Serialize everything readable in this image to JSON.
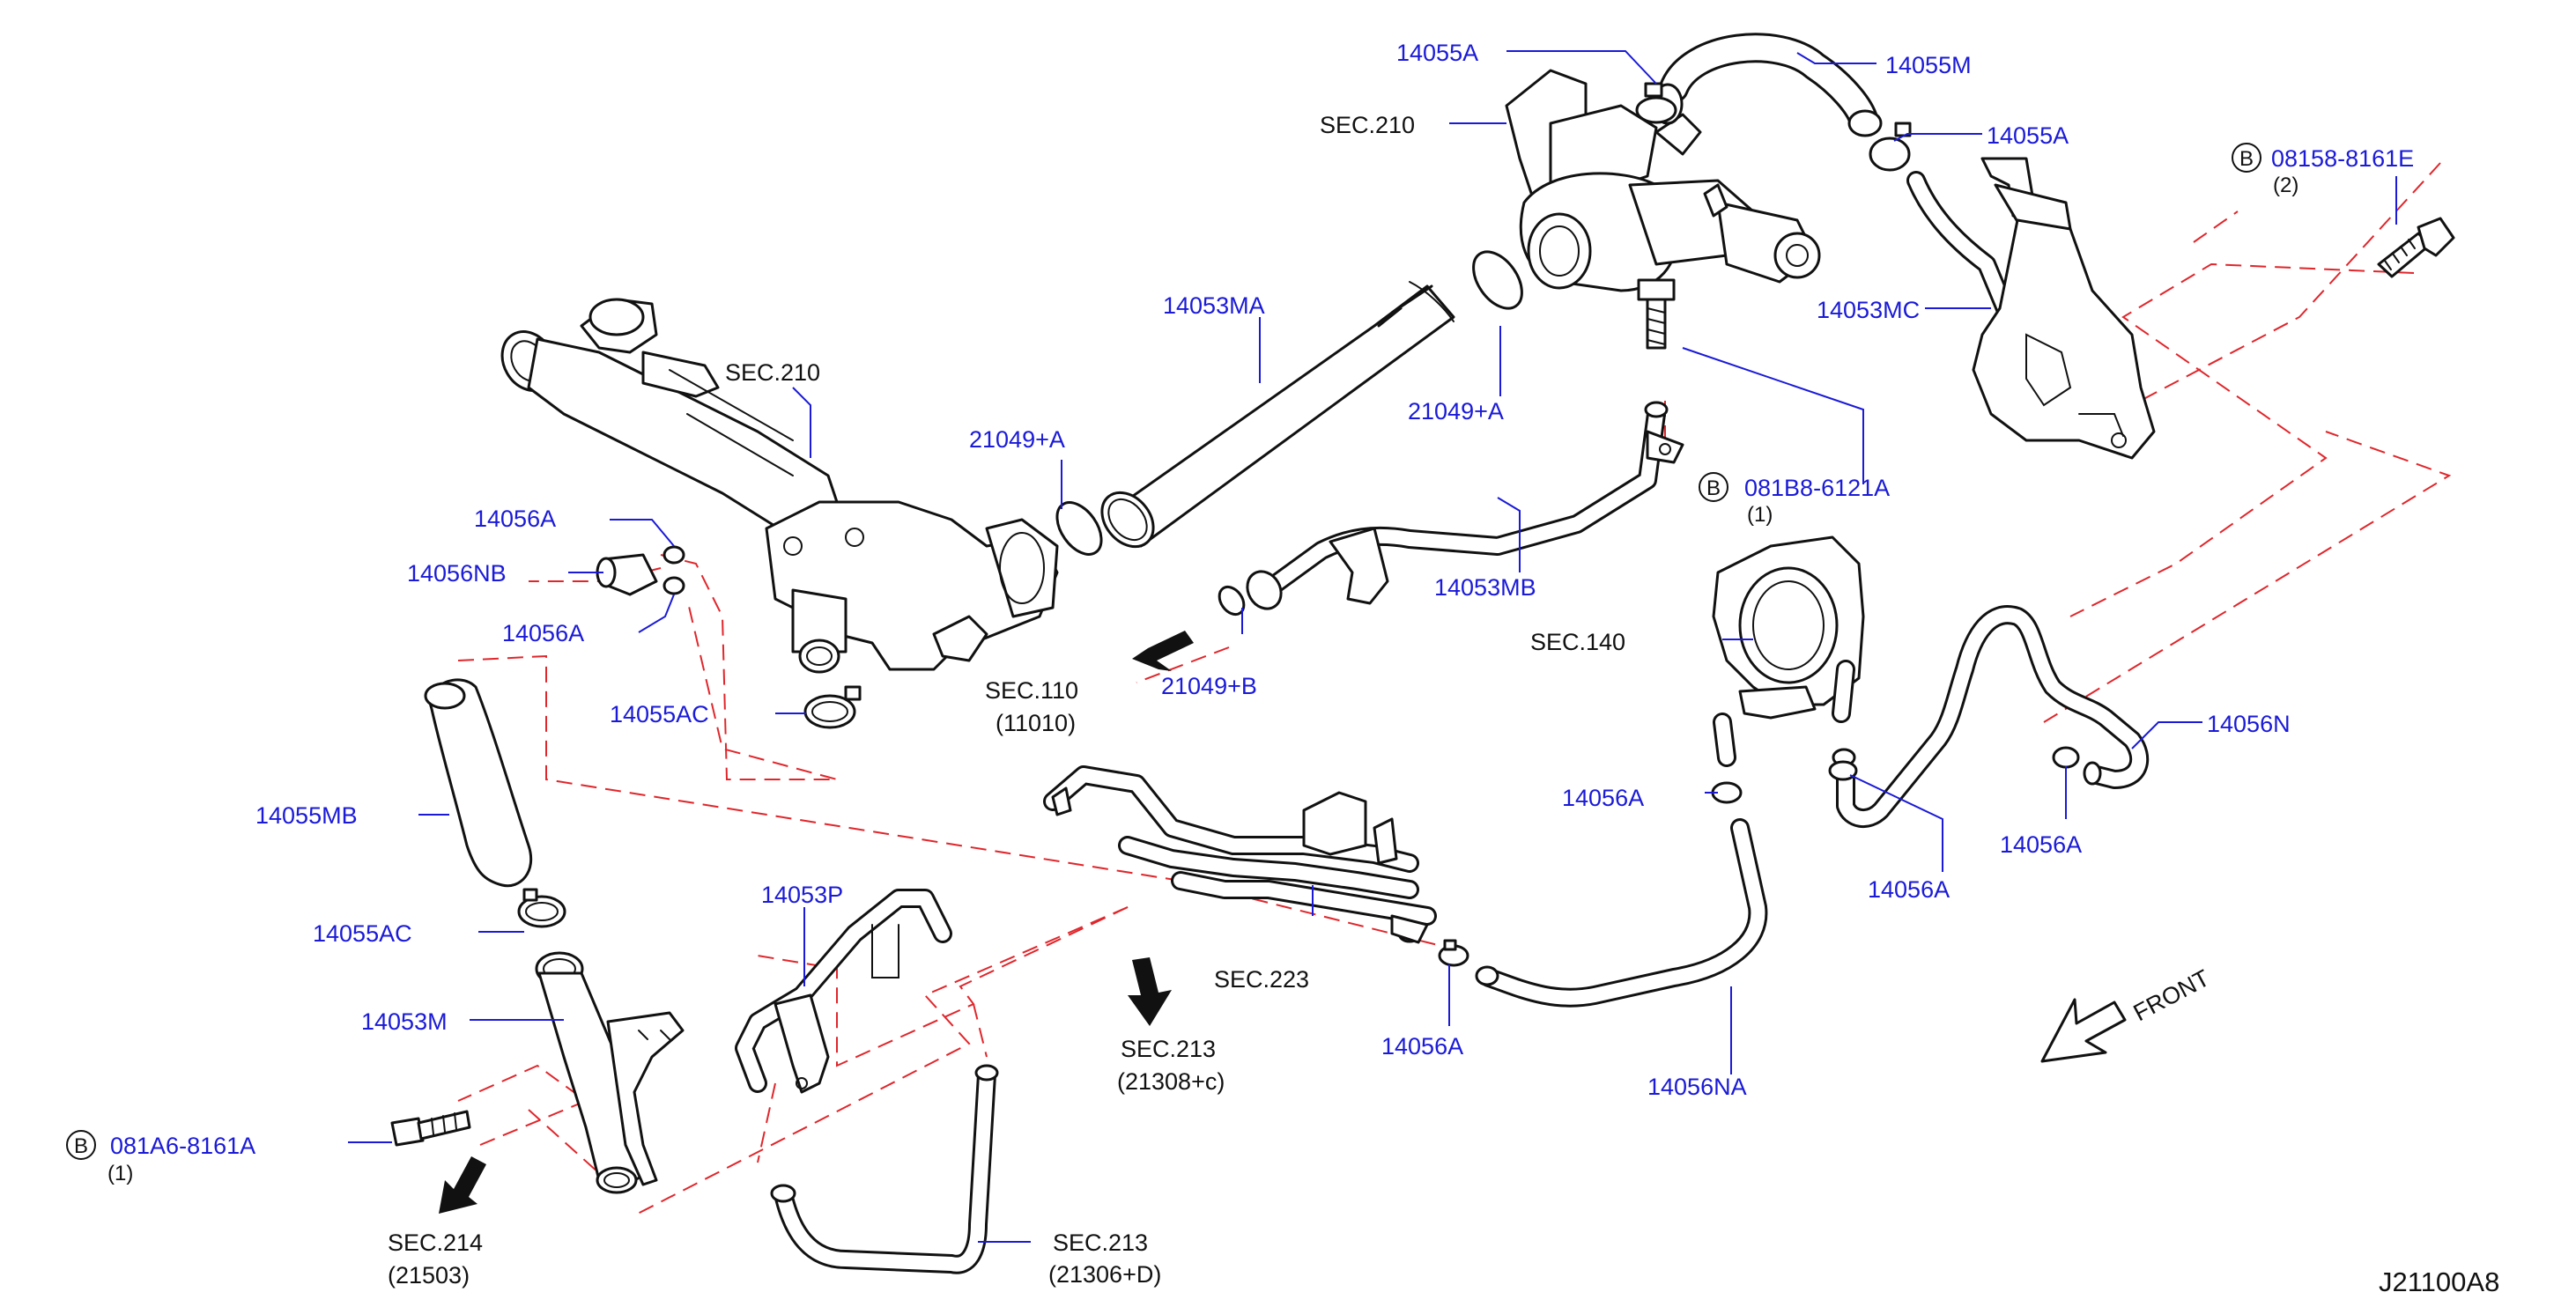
{
  "diagram_code": "J21100A8",
  "front_label": "FRONT",
  "bolt_marker": "B",
  "parts": {
    "p14055A_top": "14055A",
    "p14055M": "14055M",
    "p14055A_right": "14055A",
    "p08158": "08158-8161E",
    "p08158_qty": "(2)",
    "sec210_top": "SEC.210",
    "p14053MA": "14053MA",
    "p14053MC": "14053MC",
    "sec210_left": "SEC.210",
    "p21049A_left": "21049+A",
    "p21049A_right": "21049+A",
    "p081B8": "081B8-6121A",
    "p081B8_qty": "(1)",
    "p14056A_1": "14056A",
    "p14056NB": "14056NB",
    "p14053MB": "14053MB",
    "p14056A_2": "14056A",
    "sec140": "SEC.140",
    "sec110": "SEC.110",
    "sec110_sub": "(11010)",
    "p21049B": "21049+B",
    "p14055AC_1": "14055AC",
    "p14056N": "14056N",
    "p14056A_3": "14056A",
    "p14055MB": "14055MB",
    "p14056A_4": "14056A",
    "p14056A_5": "14056A",
    "p14053P": "14053P",
    "p14055AC_2": "14055AC",
    "sec223": "SEC.223",
    "p14053M": "14053M",
    "sec213_a": "SEC.213",
    "sec213_a_sub": "(21308+c)",
    "p14056A_6": "14056A",
    "p14056NA": "14056NA",
    "p081A6": "081A6-8161A",
    "p081A6_qty": "(1)",
    "sec214": "SEC.214",
    "sec214_sub": "(21503)",
    "sec213_b": "SEC.213",
    "sec213_b_sub": "(21306+D)"
  },
  "colors": {
    "part_number": "#1a1ad8",
    "section_ref": "#111111",
    "phantom_line": "#e0262b",
    "leader_line": "#1a1ad8"
  }
}
